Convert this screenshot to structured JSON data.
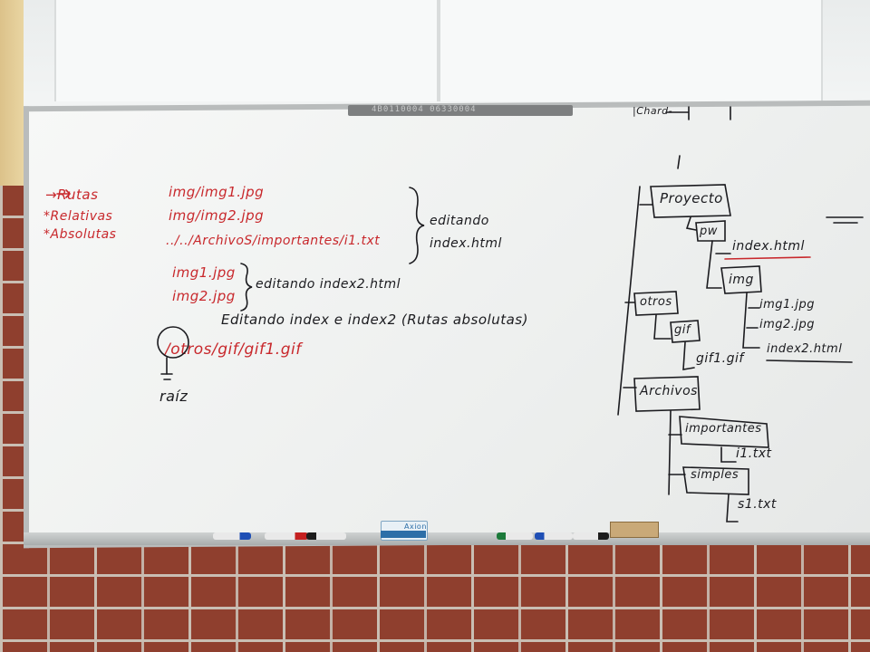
{
  "notes": {
    "concepts": [
      "→Rutas",
      "*Relativas",
      "*Absolutas"
    ],
    "paths": [
      "img/img1.jpg",
      "img/img2.jpg",
      "../../ArchivoS/importantes/i1.txt"
    ],
    "brace1_label": [
      "editando",
      "index.html"
    ],
    "paths2": [
      "img1.jpg",
      "img2.jpg"
    ],
    "brace2_label": "editando index2.html",
    "abs_heading": "Editando index e index2 (Rutas absolutas)",
    "abs_path": "/otros/gif/gif1.gif",
    "root_label": "raíz"
  },
  "tree": {
    "top_label": "|Chard-",
    "proyecto": "Proyecto",
    "pw": "pw",
    "index_html": "index.html",
    "img": "img",
    "img1": "img1.jpg",
    "img2": "img2.jpg",
    "index2_html": "index2.html",
    "otros": "otros",
    "gif": "gif",
    "gif1": "gif1.gif",
    "archivos": "Archivos",
    "importantes": "importantes",
    "i1": "i1.txt",
    "simples": "simples",
    "s1": "s1.txt"
  },
  "objects": {
    "clip_label": "4B0110004 06330004",
    "eraser_brand": "Axion"
  },
  "colors": {
    "red_ink": "#c8282c",
    "black_ink": "#1b1b1f",
    "board": "#f2f3f2",
    "brick": "#8f3f2e"
  }
}
